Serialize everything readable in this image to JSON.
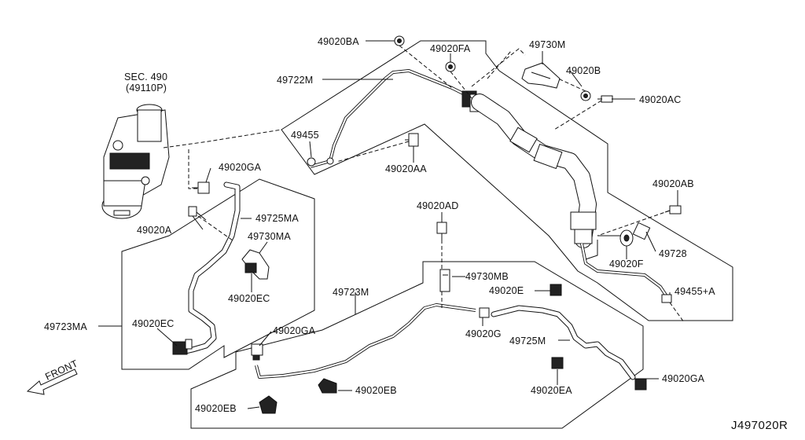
{
  "diagram": {
    "ref_code": "J497020R",
    "front_label": "FRONT",
    "labels": {
      "sec": "SEC. 490",
      "sec_sub": "(49110P)",
      "p49020BA": "49020BA",
      "p49020FA": "49020FA",
      "p49730M": "49730M",
      "p49020B": "49020B",
      "p49020AC": "49020AC",
      "p49722M": "49722M",
      "p49455": "49455",
      "p49020AA": "49020AA",
      "p49020GA_top": "49020GA",
      "p49725MA": "49725MA",
      "p49730MA": "49730MA",
      "p49020A": "49020A",
      "p49020EC_mid": "49020EC",
      "p49723MA": "49723MA",
      "p49020EC_low": "49020EC",
      "p49020GA_mid": "49020GA",
      "p49723M": "49723M",
      "p49020AD": "49020AD",
      "p49730MB": "49730MB",
      "p49020E": "49020E",
      "p49020G": "49020G",
      "p49725M": "49725M",
      "p49020EB_mid": "49020EB",
      "p49020EB_low": "49020EB",
      "p49020EA": "49020EA",
      "p49020GA_right": "49020GA",
      "p49020AB": "49020AB",
      "p49728": "49728",
      "p49020F": "49020F",
      "p49455A": "49455+A"
    }
  }
}
